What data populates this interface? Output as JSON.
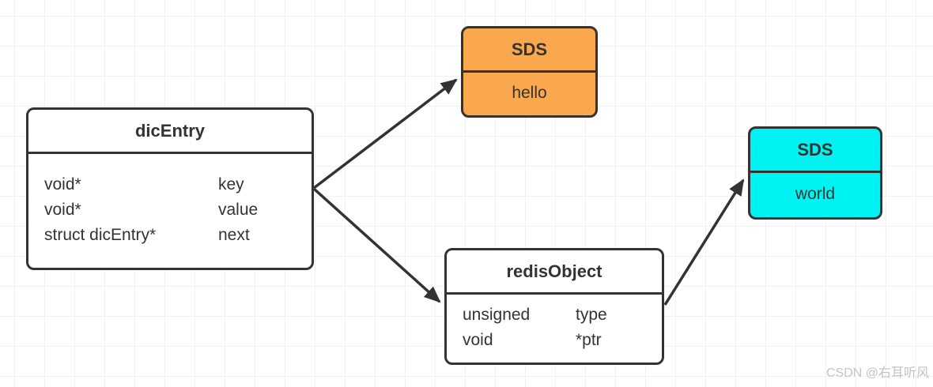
{
  "watermark": "CSDN @右耳听风",
  "colors": {
    "stroke": "#333333",
    "text": "#333333",
    "orange": "#f9a84e",
    "cyan": "#00f3f3",
    "white": "#ffffff",
    "grid": "#f1f1f4"
  },
  "nodes": {
    "dicEntry": {
      "title": "dicEntry",
      "fields": [
        {
          "type": "void*",
          "name": "key"
        },
        {
          "type": "void*",
          "name": "value"
        },
        {
          "type": "struct dicEntry*",
          "name": "next"
        }
      ]
    },
    "sdsHello": {
      "title": "SDS",
      "value": "hello"
    },
    "redisObject": {
      "title": "redisObject",
      "fields": [
        {
          "type": "unsigned",
          "name": "type"
        },
        {
          "type": "void",
          "name": "*ptr"
        }
      ]
    },
    "sdsWorld": {
      "title": "SDS",
      "value": "world"
    }
  },
  "arrows": [
    {
      "from": "dicEntry.key",
      "to": "sdsHello"
    },
    {
      "from": "dicEntry.value",
      "to": "redisObject"
    },
    {
      "from": "redisObject.ptr",
      "to": "sdsWorld"
    }
  ]
}
